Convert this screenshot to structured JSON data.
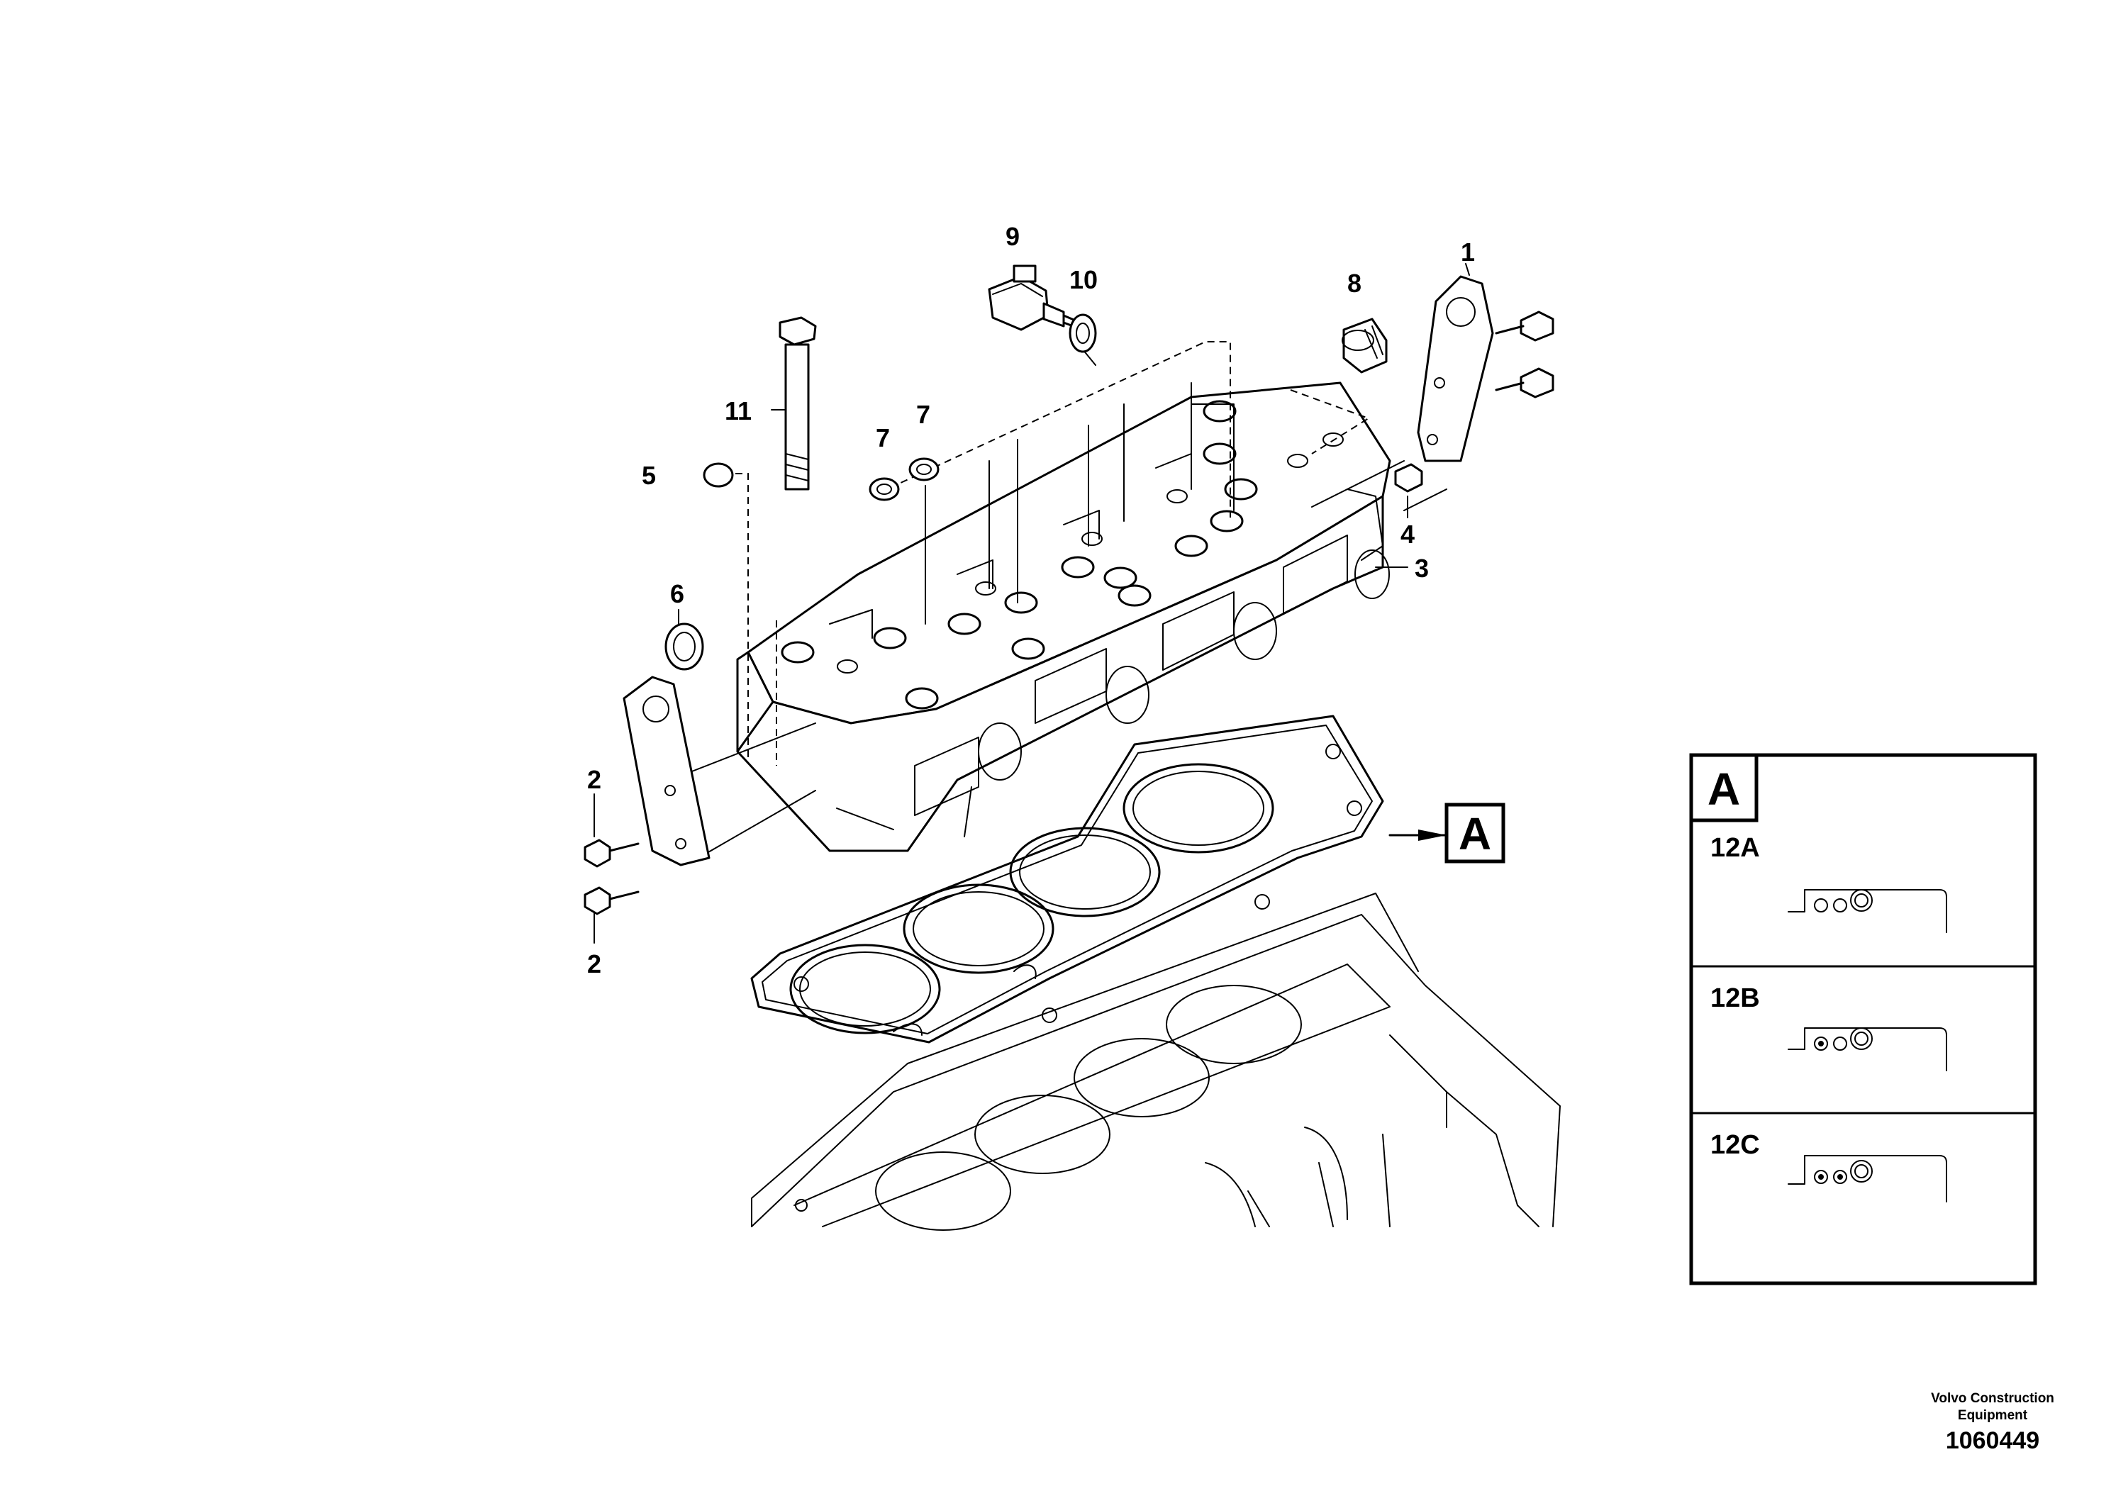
{
  "callouts": {
    "c1": "1",
    "c2a": "2",
    "c2b": "2",
    "c3": "3",
    "c4": "4",
    "c5": "5",
    "c6": "6",
    "c7a": "7",
    "c7b": "7",
    "c8": "8",
    "c9": "9",
    "c10": "10",
    "c11": "11"
  },
  "detail_ref": {
    "label": "A"
  },
  "legend": {
    "label": "A",
    "items": [
      {
        "code": "12A"
      },
      {
        "code": "12B"
      },
      {
        "code": "12C"
      }
    ]
  },
  "footer": {
    "credit_line1": "Volvo Construction",
    "credit_line2": "Equipment",
    "doc_number": "1060449"
  }
}
